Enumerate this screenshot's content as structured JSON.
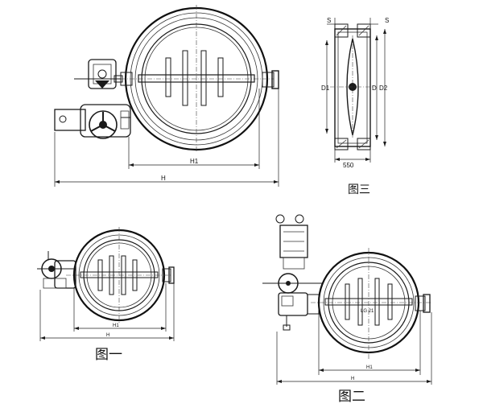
{
  "figure3": {
    "caption": "图三",
    "s_left": "S",
    "s_right": "S",
    "d1": "D1",
    "d": "D",
    "d2": "D2",
    "width": "550"
  },
  "figure_top": {
    "h1": "H1",
    "h": "H"
  },
  "figure1": {
    "caption": "图一",
    "h1": "H1",
    "h": "H"
  },
  "figure2": {
    "caption": "图二",
    "h1": "H1",
    "h": "H",
    "plate_mark": "LG 21"
  }
}
